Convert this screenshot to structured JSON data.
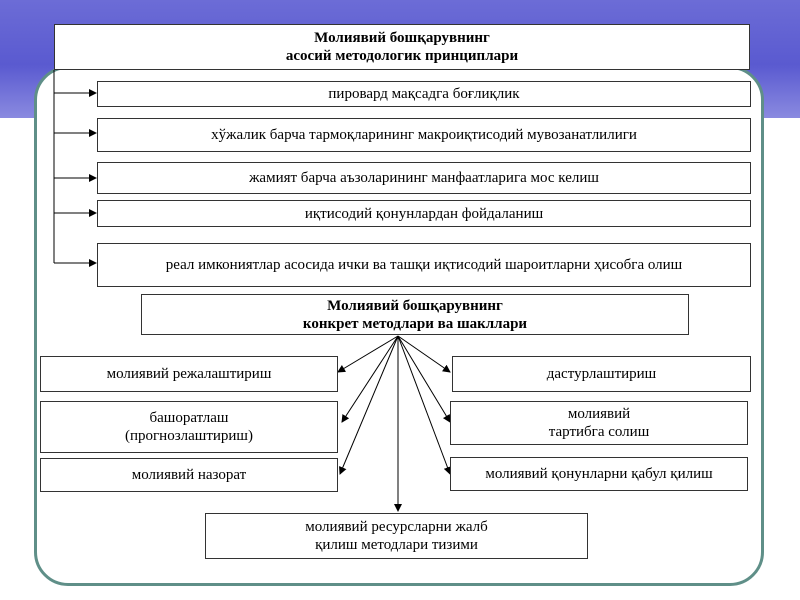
{
  "colors": {
    "band": "#5a5ad0",
    "frame": "#5f8f88",
    "line": "#000000"
  },
  "top_title": {
    "line1": "Молиявий бошқарувнинг",
    "line2": "асосий методологик принциплари"
  },
  "principles": [
    "пировард мақсадга боғлиқлик",
    "хўжалик барча тармоқларининг макроиқтисодий мувозанатлилиги",
    "жамият барча аъзоларининг манфаатларига мос келиш",
    "иқтисодий қонунлардан фойдаланиш",
    "реал имкониятлар асосида ички ва ташқи иқтисодий шароитларни ҳисобга олиш"
  ],
  "methods_title": {
    "line1": "Молиявий бошқарувнинг",
    "line2": "конкрет методлари ва шакллари"
  },
  "methods_left": [
    "молиявий режалаштириш",
    "башоратлаш\n(прогнозлаштириш)",
    "молиявий назорат"
  ],
  "methods_right": [
    "дастурлаштириш",
    "молиявий\nтартибга солиш",
    "молиявий қонунларни  қабул қилиш"
  ],
  "bottom_box": "молиявий ресурсларни жалб\nқилиш методлари тизими"
}
